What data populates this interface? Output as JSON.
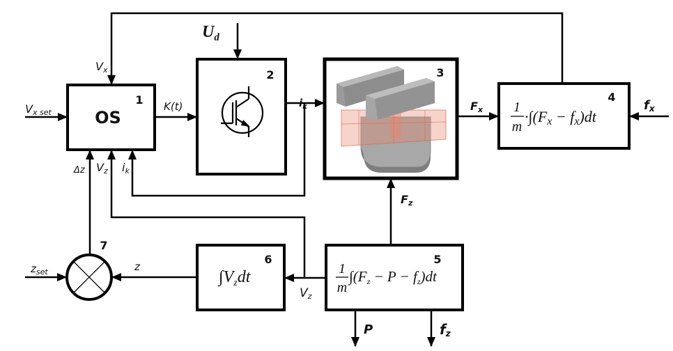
{
  "diagram": {
    "title": "Magnetic levitation control block diagram",
    "colors": {
      "line": "#000000",
      "core_gray": "#9a9a9a",
      "coil_red": "#e8836a"
    },
    "blocks": [
      {
        "id": "1",
        "number": "1",
        "label": "OS"
      },
      {
        "id": "2",
        "number": "2",
        "label": "",
        "icon": "igbt-transistor-icon"
      },
      {
        "id": "3",
        "number": "3",
        "label": "",
        "icon": "electromagnet-icon"
      },
      {
        "id": "4",
        "number": "4",
        "formula": {
          "frac_num": "1",
          "frac_den": "m",
          "body": "·∫(F",
          "sub1": "x",
          "mid": " − f",
          "sub2": "x",
          "tail": ")dt"
        }
      },
      {
        "id": "5",
        "number": "5",
        "formula": {
          "frac_num": "1",
          "frac_den": "m",
          "body": "∫(F",
          "sub1": "z",
          "mid": " − P − f",
          "sub2": "z",
          "tail": ")dt"
        }
      },
      {
        "id": "6",
        "number": "6",
        "formula": {
          "body": "∫V",
          "sub1": "z",
          "tail": "dt"
        }
      },
      {
        "id": "7",
        "number": "7",
        "label": "",
        "icon": "summing-junction-icon"
      }
    ],
    "signals": {
      "vx_set": {
        "main": "V",
        "sub": "x set"
      },
      "vx": {
        "main": "V",
        "sub": "x"
      },
      "kt": {
        "main": "K(t)"
      },
      "ud": {
        "main": "U",
        "sub": "d"
      },
      "ik_out": {
        "main": "i",
        "sub": "k"
      },
      "fx_out": {
        "main": "F",
        "sub": "x"
      },
      "fx_dist": {
        "main": "f",
        "sub": "x"
      },
      "dz": {
        "main": "Δz"
      },
      "vz_in": {
        "main": "V",
        "sub": "z"
      },
      "ik_in": {
        "main": "i",
        "sub": "k"
      },
      "fz": {
        "main": "F",
        "sub": "z"
      },
      "z_set": {
        "main": "z",
        "sub": "set"
      },
      "z": {
        "main": "z"
      },
      "vz_out": {
        "main": "V",
        "sub": "z"
      },
      "p": {
        "main": "P"
      },
      "fz_dist": {
        "main": "f",
        "sub": "z"
      }
    }
  }
}
